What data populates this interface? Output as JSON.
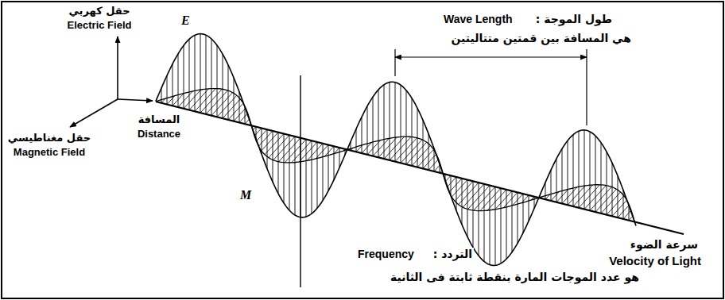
{
  "diagram": {
    "labels": [
      "حقل كهربي",
      "Electric Field",
      "E",
      "طول الموجة :",
      "Wave Length",
      "هي المسافة بين قمتين متتاليتين",
      "المسافة",
      "Distance",
      "حقل مغناطيسي",
      "Magnetic Field",
      "M",
      "سرعة الضوء",
      "Velocity of Light",
      "التردد :",
      "Frequency",
      "هو عدد الموجات المارة بنقطة ثابتة فى الثانية"
    ]
  }
}
